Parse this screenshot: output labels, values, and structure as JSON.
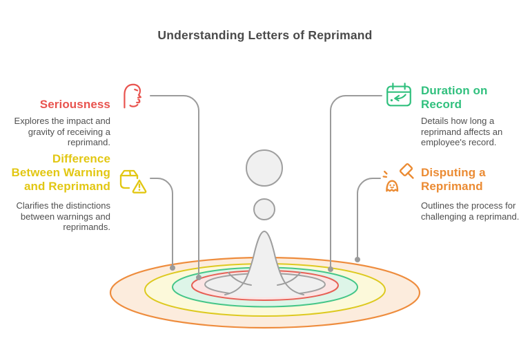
{
  "title": "Understanding Letters of Reprimand",
  "colors": {
    "title_text": "#4a4a4a",
    "body_text": "#4f4f4f",
    "connector": "#9b9b9b",
    "droplet_fill": "#f0f0f0",
    "droplet_stroke": "#9e9e9e"
  },
  "sections": [
    {
      "id": "seriousness",
      "heading": "Seriousness",
      "body": "Explores the impact and gravity of receiving a reprimand.",
      "color": "#e8534e",
      "icon": "serious-face-icon"
    },
    {
      "id": "difference",
      "heading": "Difference Between Warning and Reprimand",
      "body": "Clarifies the distinctions between warnings and reprimands.",
      "color": "#e2c713",
      "icon": "package-warning-icon"
    },
    {
      "id": "duration",
      "heading": "Duration on Record",
      "body": "Details how long a reprimand affects an employee's record.",
      "color": "#31c07e",
      "icon": "calendar-return-icon"
    },
    {
      "id": "disputing",
      "heading": "Disputing a Reprimand",
      "body": "Outlines the process for challenging a reprimand.",
      "color": "#eb8b33",
      "icon": "gavel-ghost-icon"
    }
  ],
  "illustration": {
    "ripples": [
      {
        "name": "ripple-orange",
        "stroke": "#ee8c3d",
        "fill": "#fcecdd"
      },
      {
        "name": "ripple-yellow",
        "stroke": "#ddc91f",
        "fill": "#fcf9da"
      },
      {
        "name": "ripple-green",
        "stroke": "#44c688",
        "fill": "#ddf5e8"
      },
      {
        "name": "ripple-red",
        "stroke": "#e75f55",
        "fill": "#fbe5e4"
      },
      {
        "name": "ripple-inner",
        "stroke": "#a0a0a0",
        "fill": "#f0f0f0"
      }
    ]
  }
}
